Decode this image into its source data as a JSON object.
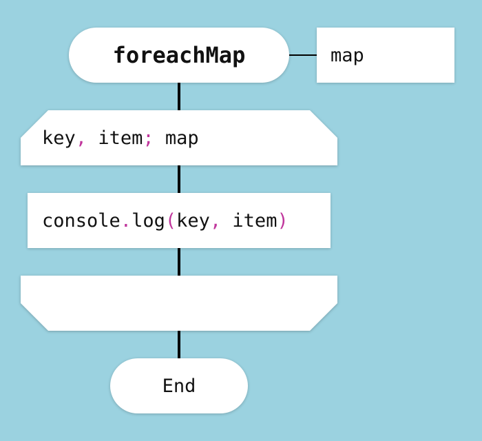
{
  "flowchart": {
    "start": {
      "label": "foreachMap"
    },
    "parameter": {
      "label": "map"
    },
    "loop_start": {
      "key": "key",
      "sep1": ",",
      "item": "item",
      "sep2": ";",
      "collection": "map"
    },
    "statement": {
      "object": "console",
      "dot": ".",
      "method": "log",
      "open_paren": "(",
      "arg1": "key",
      "comma": ",",
      "arg2": "item",
      "close_paren": ")"
    },
    "loop_end": {
      "label": ""
    },
    "end": {
      "label": "End"
    }
  },
  "colors": {
    "background": "#9bd2e0",
    "node_fill": "#ffffff",
    "connector": "#000000",
    "punctuation": "#c0369c",
    "text": "#111111"
  }
}
